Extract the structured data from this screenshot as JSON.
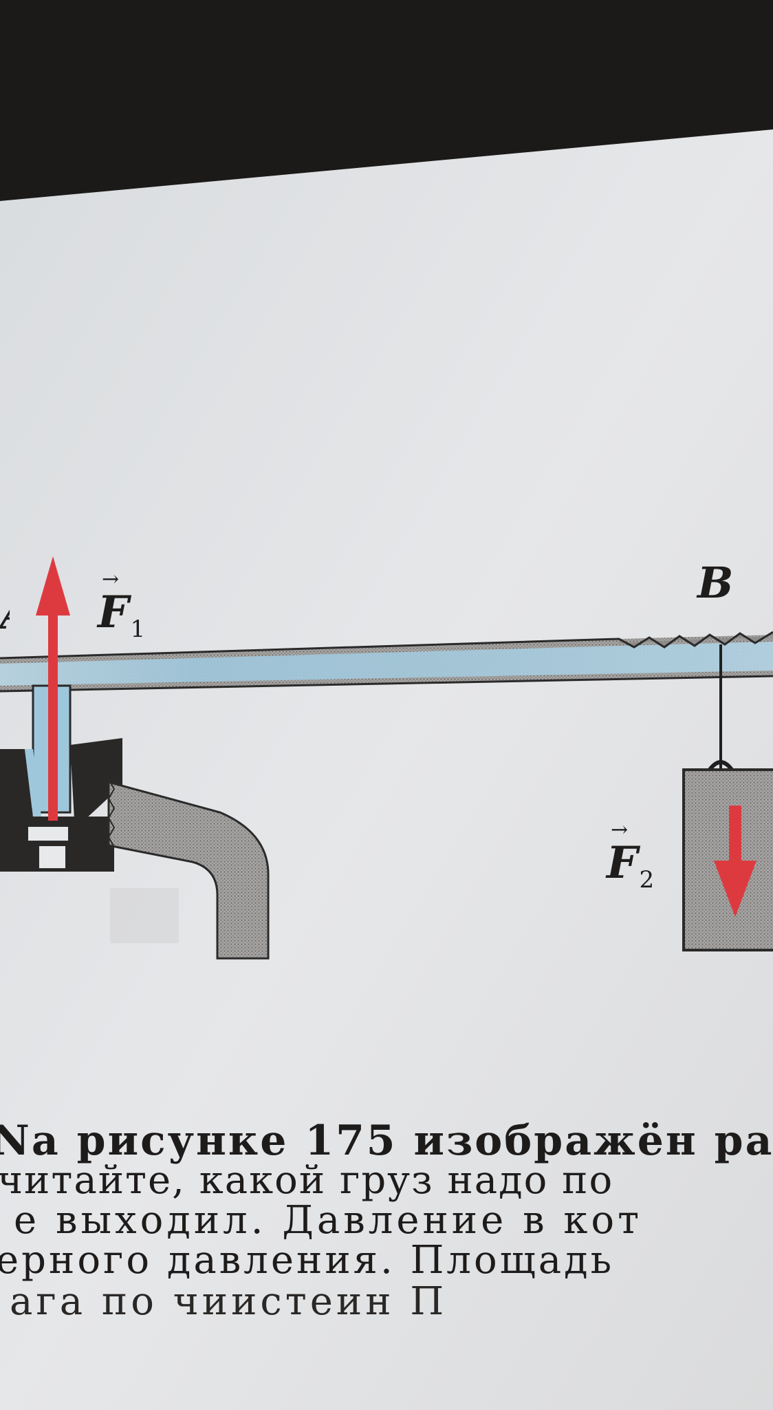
{
  "figure": {
    "labels": {
      "point_a": "A",
      "force1_symbol": "F",
      "force1_subscript": "1",
      "point_b": "B",
      "force2_symbol": "F",
      "force2_subscript": "2"
    },
    "colors": {
      "page": "#e7e8e9",
      "arrow": "#dd3a40",
      "steam": "#a9cfe2",
      "metal": "#9a9896"
    }
  },
  "text_lines": [
    "Na рисунке 175 изображён ра",
    "читайте, какой груз надо по",
    "е выходил. Давление в кот",
    "ерного давления. Площадь",
    "ага по чиистеин П"
  ]
}
